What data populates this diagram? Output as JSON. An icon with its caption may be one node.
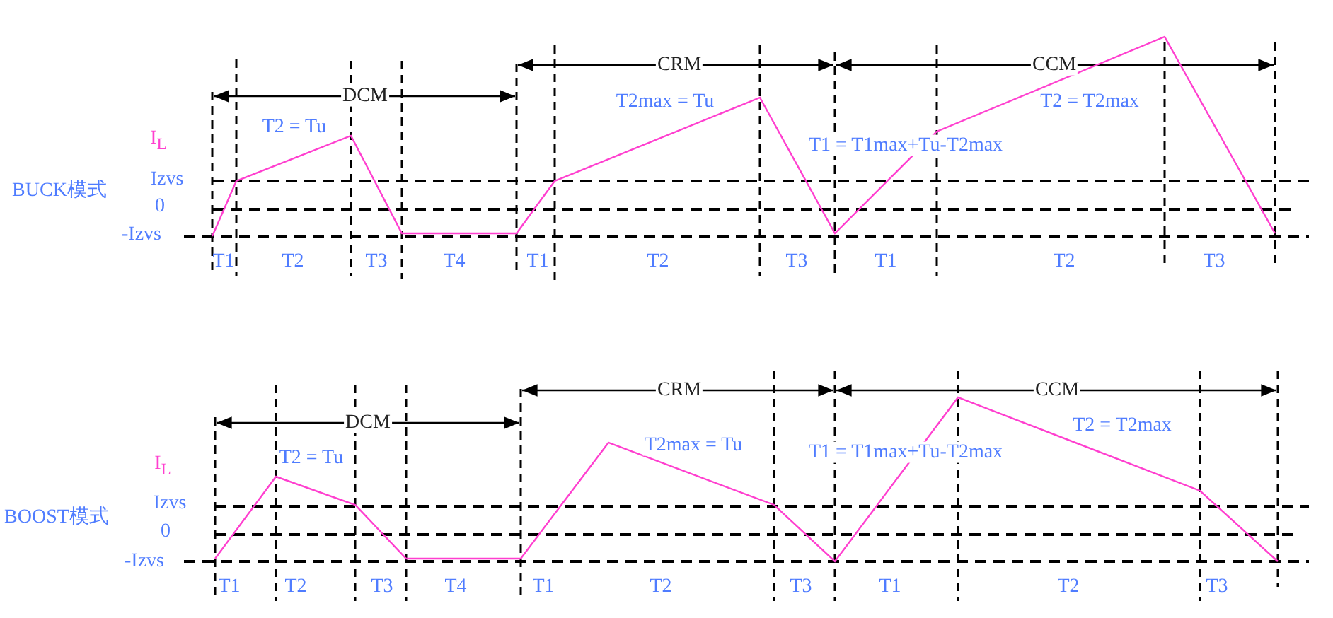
{
  "diagram": {
    "labels": [
      "DCM",
      "CRM",
      "CCM",
      "T2max = Tu",
      "T2 = T2max",
      "T2 = Tu",
      "I$_{L}$",
      "T1 = T1max+Tu-T2max",
      "Izvs",
      "BUCK模式",
      "0",
      "-Izvs",
      "T1",
      "T2",
      "T3",
      "T4",
      "T1",
      "T2",
      "T3",
      "T1",
      "T2",
      "T3",
      "CRM",
      "CCM",
      "DCM",
      "I$_{L}$",
      "T2max = Tu",
      "T1 = T1max+Tu-T2max",
      "T2 = T2max",
      "T2 = Tu",
      "Izvs",
      "BOOST模式",
      "0",
      "-Izvs",
      "T1",
      "T2",
      "T3",
      "T4",
      "T1",
      "T2",
      "T3",
      "T1",
      "T2",
      "T3"
    ]
  }
}
